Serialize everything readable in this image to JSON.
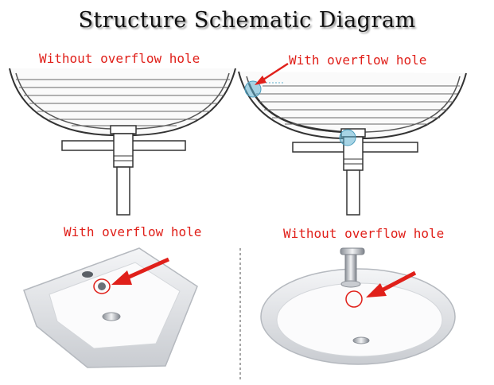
{
  "title": "Structure Schematic Diagram",
  "labels": {
    "top_left": "Without overflow hole",
    "top_right": "With overflow hole",
    "bottom_left": "With overflow hole",
    "bottom_right": "Without overflow hole"
  },
  "colors": {
    "label": "#e0201a",
    "arrow": "#e0201a",
    "highlight": "#5fb0cf",
    "line": "#444444"
  }
}
